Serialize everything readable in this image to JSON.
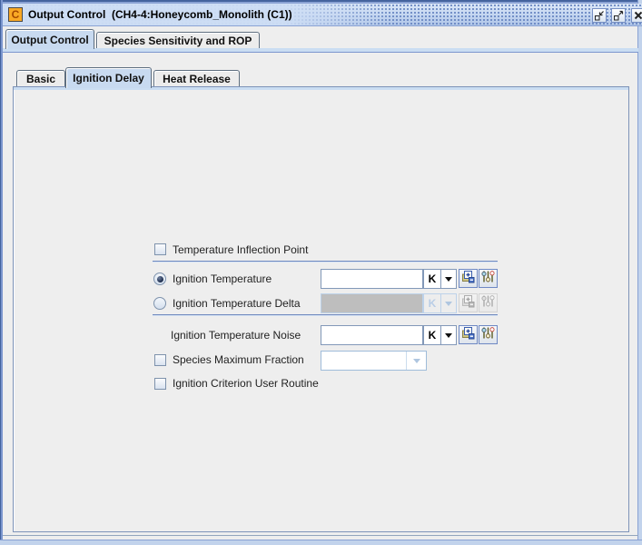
{
  "window": {
    "title": "Output Control  (CH4-4:Honeycomb_Monolith (C1))",
    "icon_letter": "C"
  },
  "outer_tabs": {
    "items": [
      {
        "label": "Output Control",
        "selected": true
      },
      {
        "label": "Species Sensitivity and ROP",
        "selected": false
      }
    ]
  },
  "inner_tabs": {
    "items": [
      {
        "label": "Basic",
        "selected": false
      },
      {
        "label": "Ignition Delay",
        "selected": true
      },
      {
        "label": "Heat Release",
        "selected": false
      }
    ]
  },
  "form": {
    "temperature_inflection_point": {
      "label": "Temperature Inflection Point",
      "checked": false
    },
    "ignition_temperature": {
      "label": "Ignition Temperature",
      "selected": true,
      "value": "",
      "unit": "K",
      "enabled": true
    },
    "ignition_temperature_delta": {
      "label": "Ignition Temperature Delta",
      "selected": false,
      "value": "",
      "unit": "K",
      "enabled": false
    },
    "ignition_temperature_noise": {
      "label": "Ignition Temperature Noise",
      "value": "",
      "unit": "K",
      "enabled": true
    },
    "species_maximum_fraction": {
      "label": "Species Maximum Fraction",
      "checked": false,
      "value": ""
    },
    "ignition_criterion_user_routine": {
      "label": "Ignition Criterion User Routine",
      "checked": false
    }
  },
  "colors": {
    "frame_blue": "#7B96CE",
    "tab_selected": "#C8DAF0",
    "panel_bg": "#EEEEEE",
    "disabled_field_bg": "#BEBEBE",
    "titlebar_dot": "#6382BF",
    "icon_orange": "#F9A825"
  }
}
